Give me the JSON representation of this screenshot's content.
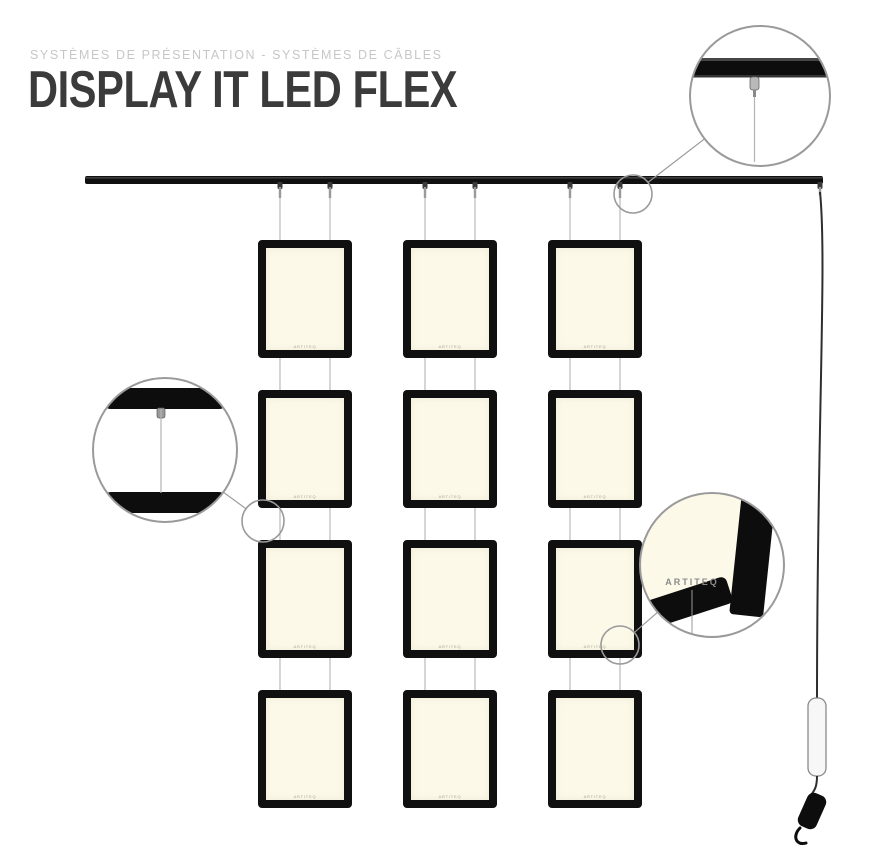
{
  "header": {
    "subtitle": "SYSTÈMES DE PRÉSENTATION - SYSTÈMES DE CÂBLES",
    "title": "DISPLAY IT LED FLEX"
  },
  "brand": "ARTITEQ",
  "colors": {
    "title_text": "#3b3b3b",
    "subtitle_text": "#c7c7c7",
    "rail": "#101010",
    "frame_border": "#101010",
    "led_panel": "#fcf9e9",
    "cable": "#b3b3b3",
    "callout_stroke": "#9a9a9a"
  },
  "layout": {
    "frame_columns": 3,
    "frame_rows": 4,
    "frames_total": 12
  }
}
